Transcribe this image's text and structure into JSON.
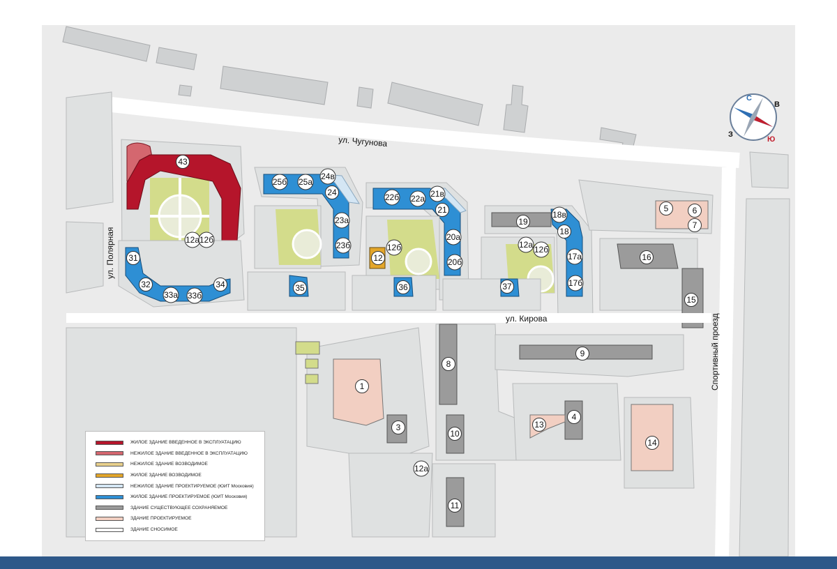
{
  "colors": {
    "residential_operational": "#b5152b",
    "nonresidential_operational": "#d4676f",
    "nonresidential_under_construction": "#e8d08c",
    "residential_under_construction": "#e3a62a",
    "nonresidential_designed": "#d4e6f4",
    "residential_designed": "#2e8fd4",
    "existing_preserved": "#9b9b9b",
    "designed": "#f2cfc2",
    "demolished": "#ffffff",
    "block": "#dfe1e1",
    "green": "#d3dc8b",
    "footer": "#2e5889"
  },
  "streets": {
    "chugunova": "ул. Чугунова",
    "kirova": "ул. Кирова",
    "polyarnaya": "ул. Полярная",
    "sportivny": "Спортивный проезд"
  },
  "compass": {
    "n": "С",
    "e": "В",
    "s": "Ю",
    "w": "З"
  },
  "buildings": {
    "b43": "43",
    "b25b": "25б",
    "b25a": "25а",
    "b24v": "24в",
    "b24": "24",
    "b22b": "22б",
    "b22a": "22а",
    "b21v": "21в",
    "b21": "21",
    "b23a": "23а",
    "b23b": "23б",
    "b20a": "20а",
    "b20b": "20б",
    "b19": "19",
    "b18v": "18в",
    "b18": "18",
    "b17a": "17а",
    "b17b": "17б",
    "b5": "5",
    "b6": "6",
    "b7": "7",
    "b16": "16",
    "b15": "15",
    "b12a_c": "12а",
    "b12b_c": "12б",
    "b12": "12",
    "b12b_m": "12б",
    "b12a_r": "12а",
    "b12b_r": "12б",
    "b31": "31",
    "b32": "32",
    "b33a": "33а",
    "b33b": "33б",
    "b34": "34",
    "b35": "35",
    "b36": "36",
    "b37": "37",
    "b9": "9",
    "b8": "8",
    "b1": "1",
    "b3": "3",
    "b12a_b": "12а",
    "b10": "10",
    "b11": "11",
    "b4": "4",
    "b13": "13",
    "b14": "14"
  },
  "legend": [
    {
      "label": "ЖИЛОЕ ЗДАНИЕ ВВЕДЕННОЕ В ЭКСПЛУАТАЦИЮ",
      "color": "#b5152b"
    },
    {
      "label": "НЕЖИЛОЕ ЗДАНИЕ ВВЕДЕННОЕ В ЭКСПЛУАТАЦИЮ",
      "color": "#d4676f"
    },
    {
      "label": "НЕЖИЛОЕ ЗДАНИЕ ВОЗВОДИМОЕ",
      "color": "#e8d08c"
    },
    {
      "label": "ЖИЛОЕ ЗДАНИЕ ВОЗВОДИМОЕ",
      "color": "#e3a62a"
    },
    {
      "label": "НЕЖИЛОЕ ЗДАНИЕ ПРОЕКТИРУЕМОЕ (ЮИТ Московия)",
      "color": "#d4e6f4"
    },
    {
      "label": "ЖИЛОЕ ЗДАНИЕ ПРОЕКТИРУЕМОЕ (ЮИТ Московия)",
      "color": "#2e8fd4"
    },
    {
      "label": "ЗДАНИЕ СУЩЕСТВУЮЩЕЕ СОХРАНЯЕМОЕ",
      "color": "#9b9b9b"
    },
    {
      "label": "ЗДАНИЕ ПРОЕКТИРУЕМОЕ",
      "color": "#f2cfc2"
    },
    {
      "label": "ЗДАНИЕ СНОСИМОЕ",
      "color": "#ffffff"
    }
  ]
}
